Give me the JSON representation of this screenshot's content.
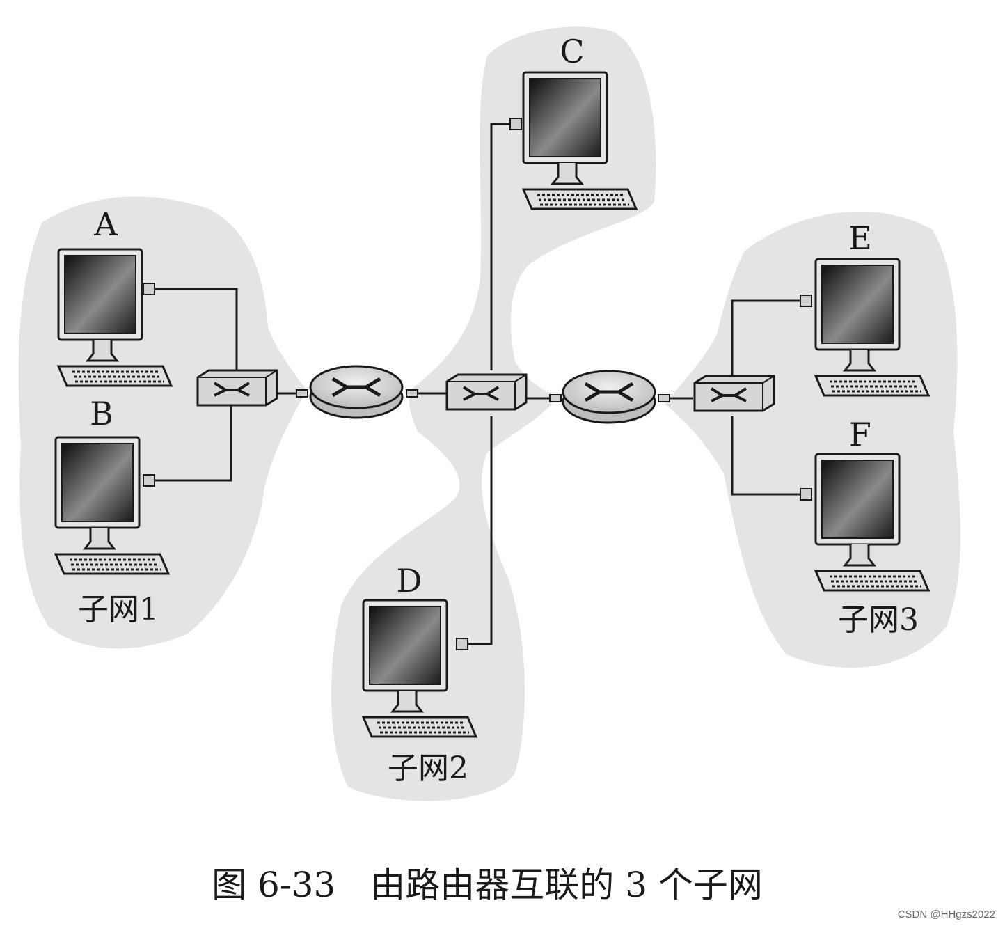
{
  "hosts": [
    {
      "id": "A",
      "label": "A"
    },
    {
      "id": "B",
      "label": "B"
    },
    {
      "id": "C",
      "label": "C"
    },
    {
      "id": "D",
      "label": "D"
    },
    {
      "id": "E",
      "label": "E"
    },
    {
      "id": "F",
      "label": "F"
    }
  ],
  "subnets": [
    {
      "id": "subnet1",
      "label": "子网1"
    },
    {
      "id": "subnet2",
      "label": "子网2"
    },
    {
      "id": "subnet3",
      "label": "子网3"
    }
  ],
  "caption": "图 6-33　由路由器互联的 3 个子网",
  "watermark": "CSDN @HHgzs2022",
  "colors": {
    "subnet_fill": "#e4e4e4",
    "line": "#1a1a1a",
    "device": "#d6d6d6"
  }
}
